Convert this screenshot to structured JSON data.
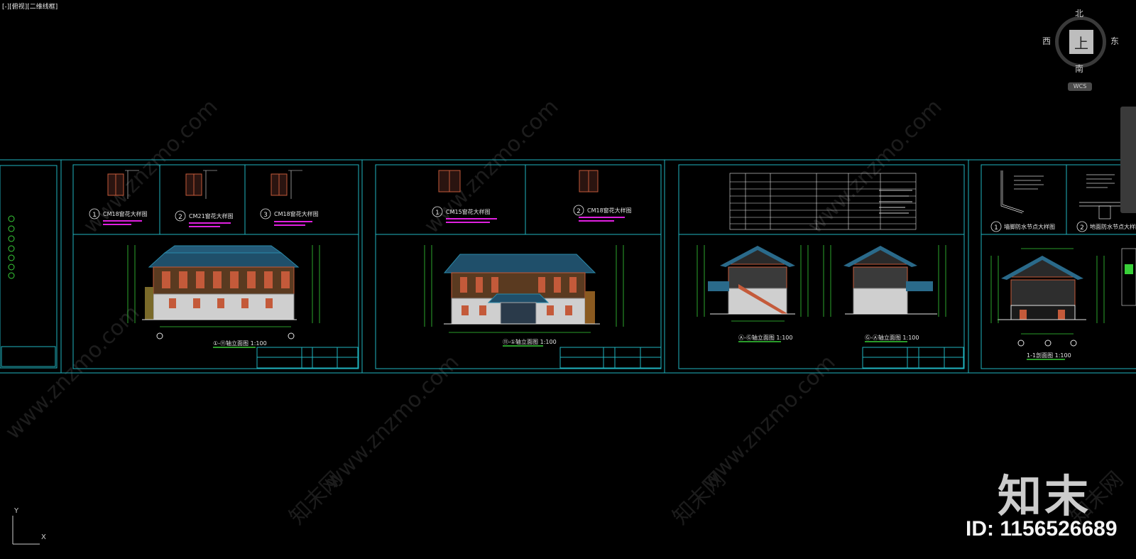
{
  "viewport": {
    "label": "[-][俯视][二维线框]"
  },
  "viewcube": {
    "north": "北",
    "south": "南",
    "east": "东",
    "west": "西",
    "face": "上",
    "wcs": "WCS"
  },
  "ucs": {
    "x": "X",
    "y": "Y"
  },
  "watermark": {
    "logo": "知末",
    "id": "ID: 1156526689",
    "site": "www.znzmo.com",
    "site_cn": "知末网"
  },
  "sheets": {
    "sheet1": {
      "details": [
        "CM18窗花大样图",
        "CM21窗花大样图",
        "CM18窗花大样图"
      ],
      "detail_numbers": [
        "1",
        "2",
        "3"
      ],
      "title": "①-⑪轴立面图 1:100"
    },
    "sheet2": {
      "details": [
        "CM15窗花大样图",
        "CM18窗花大样图"
      ],
      "detail_numbers": [
        "1",
        "2"
      ],
      "title": "⑪-①轴立面图 1:100"
    },
    "sheet3": {
      "titles": [
        "Ⓐ-Ⓖ轴立面图 1:100",
        "Ⓖ-Ⓐ轴立面图 1:100"
      ]
    },
    "sheet4": {
      "details": [
        "墙脚防水节点大样图",
        "地面防水节点大样图"
      ],
      "detail_numbers": [
        "1",
        "2"
      ],
      "title": "1-1剖面图 1:100"
    }
  },
  "colors": {
    "sheet_border": "#1fb5c0",
    "dims": "#38d038",
    "notes": "#e020e0",
    "roof": "#2a6a8a",
    "wall": "#c45a3a"
  }
}
